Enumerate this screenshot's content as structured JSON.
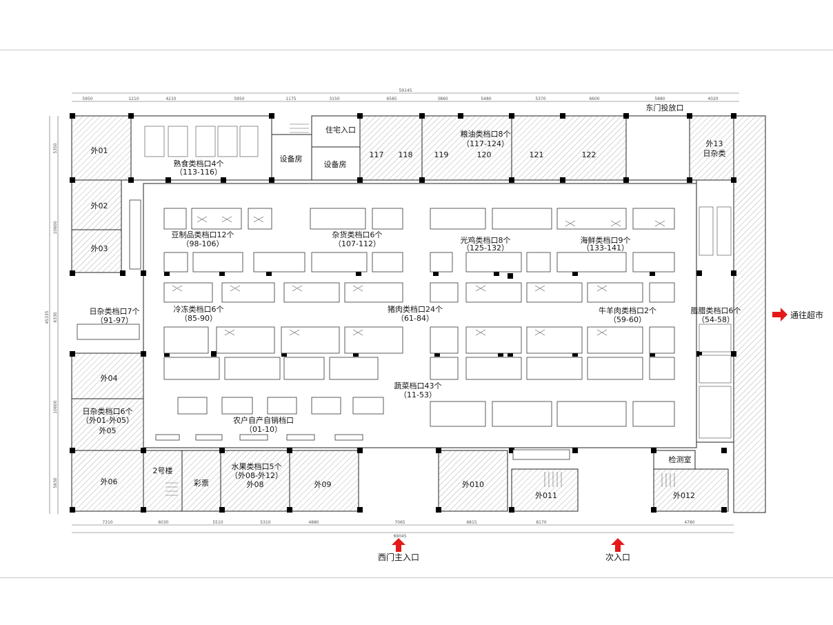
{
  "colors": {
    "arrow": "#e41a1a",
    "line": "#222222",
    "pillar": "#000000",
    "hatch": "#7a7a7a"
  },
  "dimensions": {
    "top_total": "59145",
    "bottom_total": "69045",
    "left_total": "45335",
    "top_segments": [
      "5950",
      "1210",
      "4210",
      "5950",
      "1175",
      "3150",
      "6585",
      "3860",
      "5480",
      "5370",
      "6600",
      "5880",
      "4020"
    ],
    "bottom_segments": [
      "7310",
      "6030",
      "5510",
      "5310",
      "4880",
      "7065",
      "6815",
      "8170",
      "4780"
    ],
    "left_segments": [
      "5350",
      "10600",
      "6330",
      "10600",
      "5830"
    ]
  },
  "rooms": {
    "wai01": "外01",
    "wai02": "外02",
    "wai03": "外03",
    "wai04": "外04",
    "wai05": "外05",
    "wai06": "外06",
    "wai08": "外08",
    "wai09": "外09",
    "wai010": "外010",
    "wai011": "外011",
    "wai012": "外012",
    "wai13": "外13",
    "wai13_sub": "日杂类",
    "shebeifang1": "设备房",
    "shebeifang2": "设备房",
    "zhuzhai_rukou": "住宅入口",
    "stair2": "2号楼",
    "caipiao": "彩票",
    "jiancehshi": "检测室",
    "dongmen": "东门投放口",
    "r117": "117",
    "r118": "118",
    "r119": "119",
    "r120": "120",
    "r121": "121",
    "r122": "122"
  },
  "zones": {
    "shushi": {
      "name": "熟食类档口4个",
      "range": "（113-116）"
    },
    "liangyou": {
      "name": "粮油类档口8个",
      "range": "（117-124）"
    },
    "douzhipin": {
      "name": "豆制品类档口12个",
      "range": "（98-106）"
    },
    "ganhuo": {
      "name": "杂货类档口6个",
      "range": "（107-112）"
    },
    "guangji": {
      "name": "光鸡类档口8个",
      "range": "（125-132）"
    },
    "haixian": {
      "name": "海鲜类档口9个",
      "range": "（133-141）"
    },
    "rizaA": {
      "name": "日杂类档口7个",
      "range": "（91-97）"
    },
    "lengdong": {
      "name": "冷冻类档口6个",
      "range": "（85-90）"
    },
    "zhurou": {
      "name": "猪肉类档口24个",
      "range": "（61-84）"
    },
    "niuyang": {
      "name": "牛羊肉类档口2个",
      "range": "（59-60）"
    },
    "lawei": {
      "name": "腊腊类档口6个",
      "range": "（54-58）"
    },
    "shucai": {
      "name": "蔬菜档口43个",
      "range": "（11-53）"
    },
    "rizaB": {
      "name": "日杂类档口6个",
      "range": "（外01-外05）"
    },
    "nonghu": {
      "name": "农户自产自销档口",
      "range": "（01-10）"
    },
    "shuiguo": {
      "name": "水果类档口5个",
      "range": "（外08-外12）"
    }
  },
  "entrances": {
    "west_main": "西门主入口",
    "secondary": "次入口",
    "to_supermarket": "通往超市"
  },
  "icons": {
    "entrance_arrow": "arrow-up-icon",
    "exit_arrow": "arrow-right-icon"
  }
}
